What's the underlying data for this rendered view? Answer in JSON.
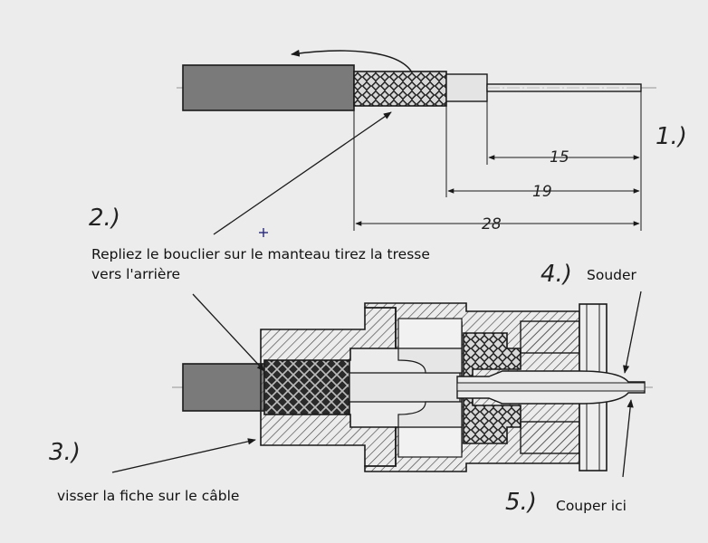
{
  "steps": {
    "s1": "1.)",
    "s2": "2.)",
    "s3": "3.)",
    "s4": "4.)",
    "s5": "5.)"
  },
  "captions": {
    "fold": "Repliez le bouclier sur le manteau tirez la tresse",
    "fold_cont": "vers l'arrière",
    "solder": "Souder",
    "screw": "visser la fiche sur le câble",
    "cut": "Couper ici"
  },
  "dimensions": {
    "d15": "15",
    "d19": "19",
    "d28": "28"
  },
  "colors": {
    "jacket": "#7a7a7a",
    "line": "#1a1a1a",
    "hatch": "#555555",
    "background": "#ececec",
    "crosshair": "#2a2a7a"
  }
}
